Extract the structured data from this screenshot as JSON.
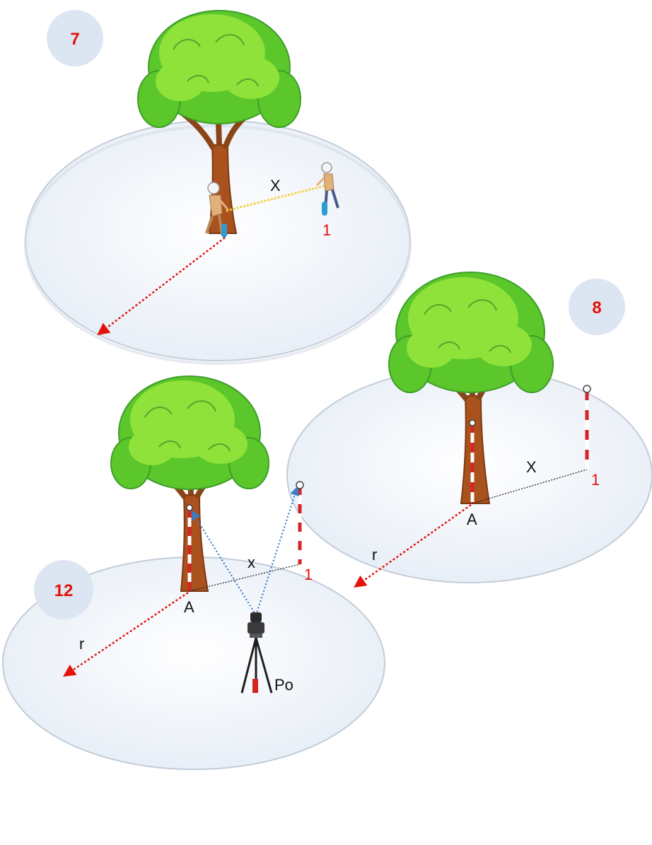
{
  "colors": {
    "ground": "#eef3f9",
    "ground_edge": "#b9c4d2",
    "badge": "#dce6f2",
    "step_number": "#e3120b",
    "foliage_light": "#8ee23a",
    "foliage_mid": "#5cc72a",
    "foliage_dark": "#3e9e2a",
    "trunk": "#a9521d",
    "trunk_dark": "#7d3a12",
    "radius_line": "#e3120b",
    "sight_line": "#3a7cc7",
    "pole_red": "#d62424",
    "point_label_red": "#e3120b",
    "person_body": "#e2b07a",
    "tape": "#f2d24a",
    "peg": "#2f9bd6"
  },
  "panel_7": {
    "step_number": "7",
    "distance_label": "X",
    "point_label": "1",
    "icons": [
      "tree-icon",
      "worker-icon",
      "peg-icon",
      "measuring-tape-icon"
    ]
  },
  "panel_8": {
    "step_number": "8",
    "distance_label": "X",
    "point_label": "1",
    "center_label": "A",
    "radius_label": "r",
    "icons": [
      "tree-icon",
      "ranging-pole-icon"
    ]
  },
  "panel_12": {
    "step_number": "12",
    "distance_label": "x",
    "point_label": "1",
    "center_label": "A",
    "radius_label": "r",
    "station_label": "Po",
    "icons": [
      "tree-icon",
      "ranging-pole-icon",
      "total-station-tripod-icon"
    ]
  }
}
